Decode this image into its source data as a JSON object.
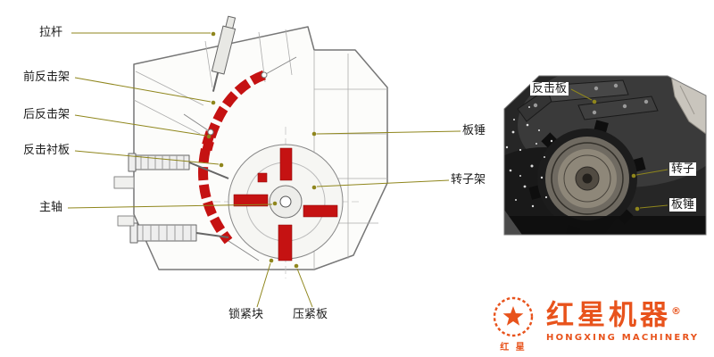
{
  "left_labels": {
    "pull_rod": "拉杆",
    "front_impact_frame": "前反击架",
    "rear_impact_frame": "后反击架",
    "impact_liner": "反击衬板",
    "main_shaft": "主轴",
    "blow_bar": "板锤",
    "rotor_frame": "转子架",
    "lock_block": "锁紧块",
    "press_plate": "压紧板"
  },
  "photo_labels": {
    "impact_plate": "反击板",
    "rotor": "转子",
    "blow_bar": "板锤"
  },
  "logo": {
    "brand_cn": "红星机器",
    "registered_mark": "®",
    "brand_en": "HONGXING MACHINERY",
    "emblem_text": "红 星"
  },
  "colors": {
    "highlight_red": "#c51212",
    "leader_olive": "#8f861c",
    "brand_orange": "#e8531c"
  }
}
